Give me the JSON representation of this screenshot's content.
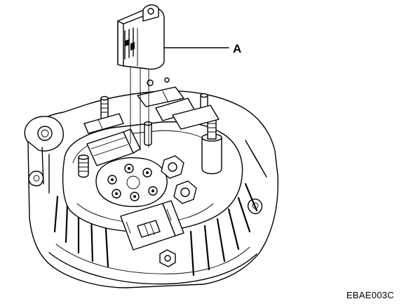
{
  "figure": {
    "callouts": [
      {
        "letter": "A",
        "target": "brush-holder-cover"
      }
    ],
    "figure_code": "EBAE003C"
  },
  "colors": {
    "ink": "#000000",
    "paper": "#ffffff"
  }
}
